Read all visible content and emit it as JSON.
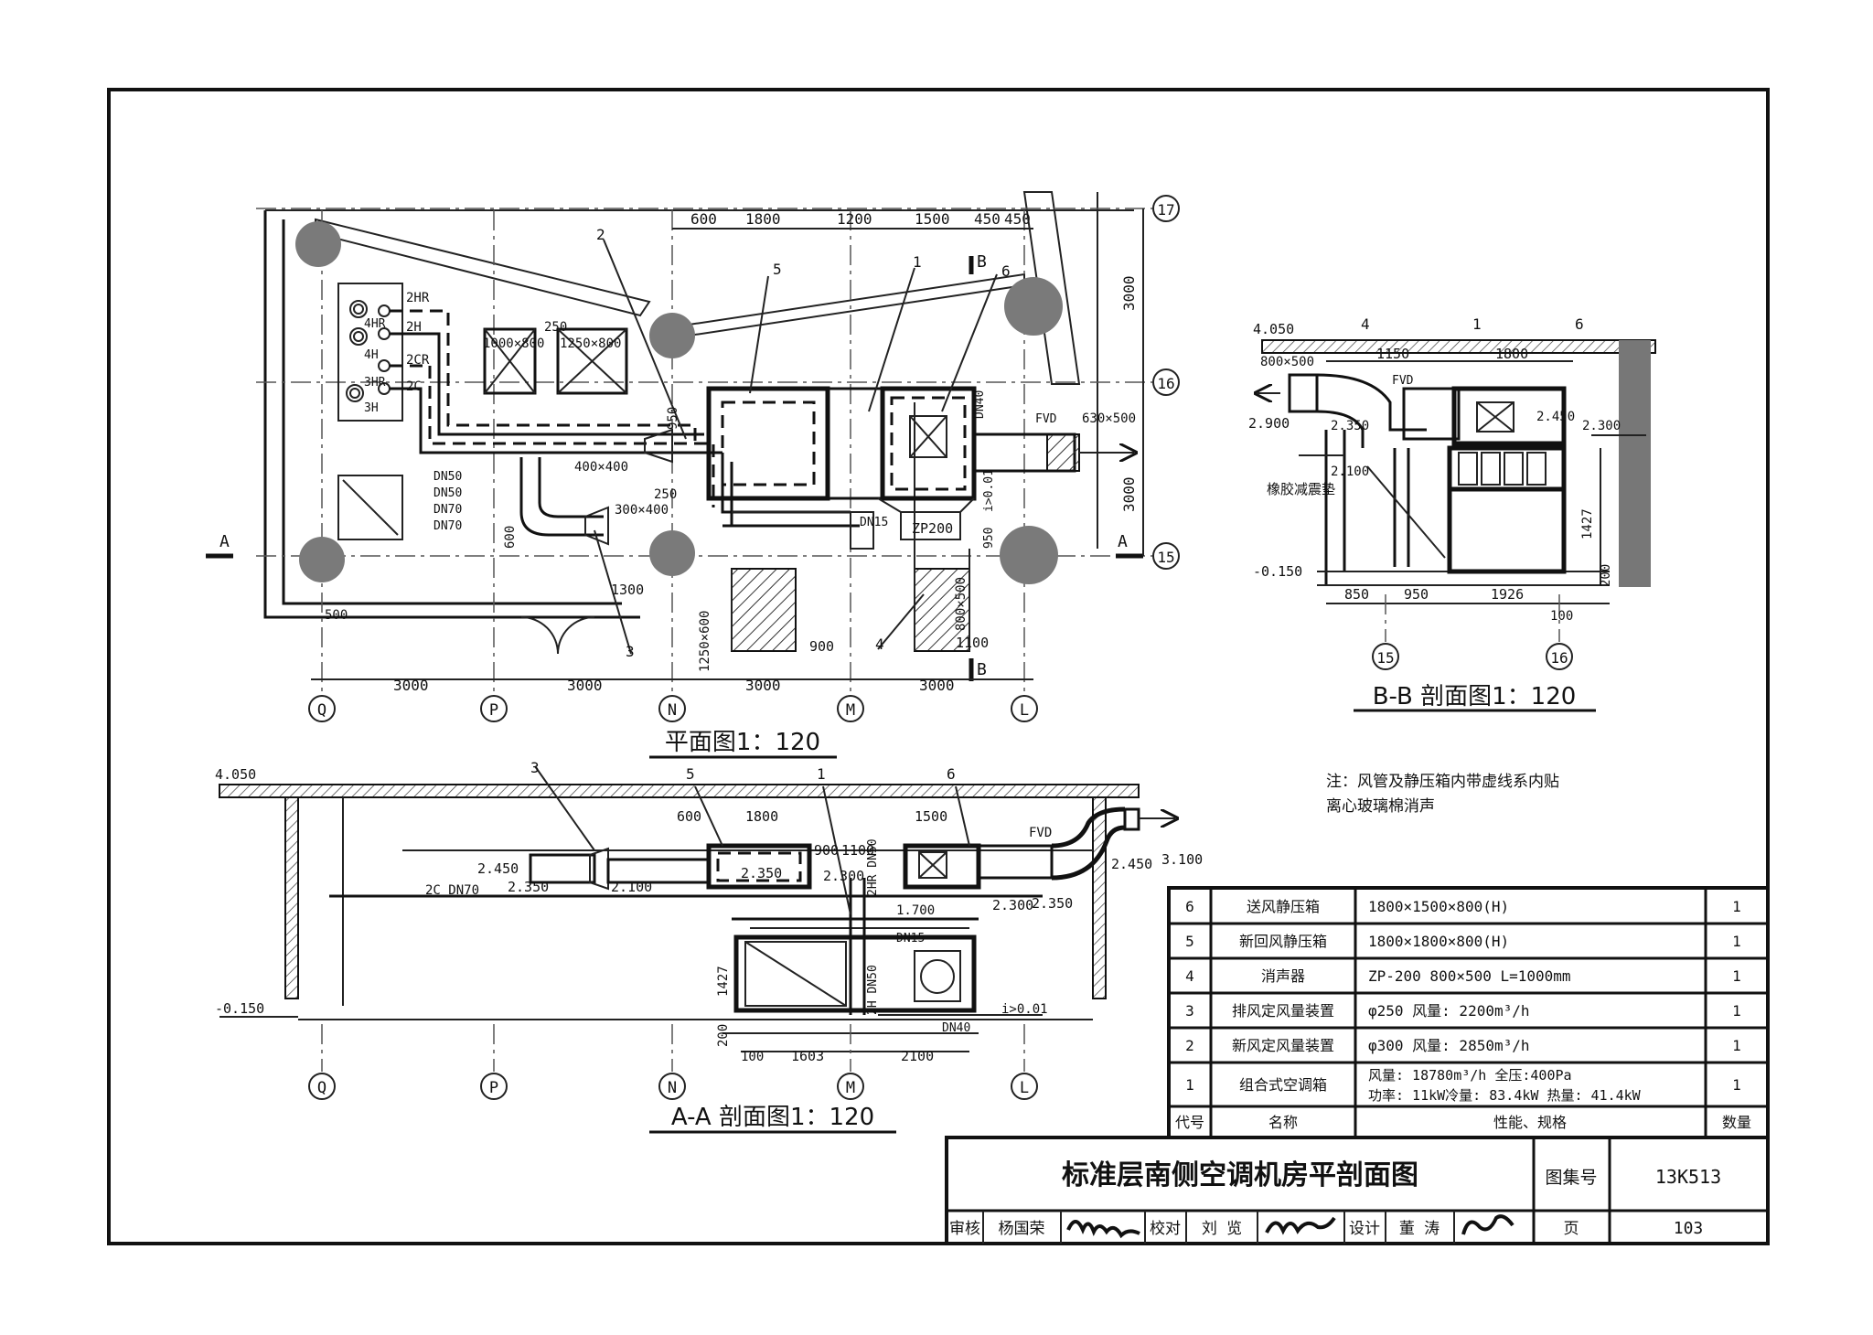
{
  "plan": {
    "title": "平面图1：120",
    "grid_cols": [
      "Q",
      "P",
      "N",
      "M",
      "L"
    ],
    "grid_rows": [
      "17",
      "16",
      "15"
    ],
    "section_marks": [
      "A",
      "A",
      "B",
      "B"
    ],
    "top_dims": [
      "600",
      "1800",
      "1200",
      "1500",
      "450",
      "450"
    ],
    "bottom_dims": [
      "3000",
      "3000",
      "3000",
      "3000"
    ],
    "right_dims": [
      "3000",
      "3000"
    ],
    "pipes": [
      "2HR",
      "2H",
      "2CR",
      "2C",
      "4HR",
      "4H",
      "3HR",
      "3H"
    ],
    "pipe_sizes": [
      "DN50",
      "DN50",
      "DN70",
      "DN70"
    ],
    "labels": {
      "duct_1000": "1000×800",
      "duct_1250": "1250×800",
      "d250": "250",
      "d950": "950",
      "d400": "400×400",
      "d300": "300×400",
      "d250b": "250",
      "d600": "600",
      "d1300": "1300",
      "d500": "500",
      "d900": "900",
      "d1100": "1100",
      "d1250": "1250×600",
      "d800": "800×500",
      "zp": "ZP200",
      "dn15": "DN15",
      "dn40": "DN40",
      "slope": "i>0.01",
      "d950b": "950",
      "fvd": "FVD",
      "d630": "630×500",
      "n1": "1",
      "n2": "2",
      "n3": "3",
      "n4": "4",
      "n5": "5",
      "n6": "6"
    }
  },
  "bb": {
    "title": "B-B 剖面图1：120",
    "elev_top": "4.050",
    "elev_2900": "2.900",
    "elev_2450": "2.450",
    "elev_2300": "2.300",
    "elev_2100": "2.100",
    "elev_2350": "2.350",
    "elev_m0150": "-0.150",
    "d800": "800×500",
    "d1150": "1150",
    "d1800": "1800",
    "d850": "850",
    "d950": "950",
    "d1926": "1926",
    "d100": "100",
    "d1427": "1427",
    "d200": "200",
    "rubber": "橡胶减震垫",
    "fvd": "FVD",
    "axes": [
      "15",
      "16"
    ],
    "n1": "1",
    "n4": "4",
    "n6": "6"
  },
  "note": {
    "line1": "注：风管及静压箱内带虚线系内贴",
    "line2": "离心玻璃棉消声"
  },
  "aa": {
    "title": "A-A 剖面图1：120",
    "elev_top": "4.050",
    "elev_m0150": "-0.150",
    "elev_2450": "2.450",
    "elev_2350": "2.350",
    "elev_2100": "2.100",
    "elev_2350b": "2.350",
    "elev_2300": "2.300",
    "elev_2300b": "2.300",
    "elev_2350c": "2.350",
    "elev_2450b": "2.450",
    "elev_3100": "3.100",
    "d600": "600",
    "d1800": "1800",
    "d900": "900",
    "d1100": "1100",
    "d1500": "1500",
    "d1700": "1.700",
    "d1427": "1427",
    "d200": "200",
    "d100": "100",
    "d1603": "1603",
    "d2100": "2100",
    "pipe": "2C DN70",
    "dn40": "DN40",
    "dn50": "DN50",
    "dn15": "DN15",
    "hr": "2HR DN50",
    "h": "2H DN50",
    "slope": "i>0.01",
    "fvd": "FVD",
    "axes": [
      "Q",
      "P",
      "N",
      "M",
      "L"
    ],
    "n1": "1",
    "n3": "3",
    "n5": "5",
    "n6": "6"
  },
  "equipment": {
    "rows": [
      {
        "code": "6",
        "name": "送风静压箱",
        "spec": "1800×1500×800(H)",
        "qty": "1"
      },
      {
        "code": "5",
        "name": "新回风静压箱",
        "spec": "1800×1800×800(H)",
        "qty": "1"
      },
      {
        "code": "4",
        "name": "消声器",
        "spec": "ZP-200  800×500   L=1000mm",
        "qty": "1"
      },
      {
        "code": "3",
        "name": "排风定风量装置",
        "spec": "φ250 风量: 2200m³/h",
        "qty": "1"
      },
      {
        "code": "2",
        "name": "新风定风量装置",
        "spec": "φ300 风量: 2850m³/h",
        "qty": "1"
      },
      {
        "code": "1",
        "name": "组合式空调箱",
        "spec_line1": "风量: 18780m³/h 全压:400Pa",
        "spec_line2": "功率: 11kW冷量: 83.4kW 热量: 41.4kW",
        "qty": "1"
      }
    ],
    "header": {
      "code": "代号",
      "name": "名称",
      "spec": "性能、规格",
      "qty": "数量"
    }
  },
  "titleblock": {
    "title": "标准层南侧空调机房平剖面图",
    "atlas_label": "图集号",
    "atlas_no": "13K513",
    "review": "审核",
    "reviewer": "杨国荣",
    "check": "校对",
    "checker": "刘 览",
    "design": "设计",
    "designer": "董 涛",
    "page_label": "页",
    "page_no": "103"
  }
}
